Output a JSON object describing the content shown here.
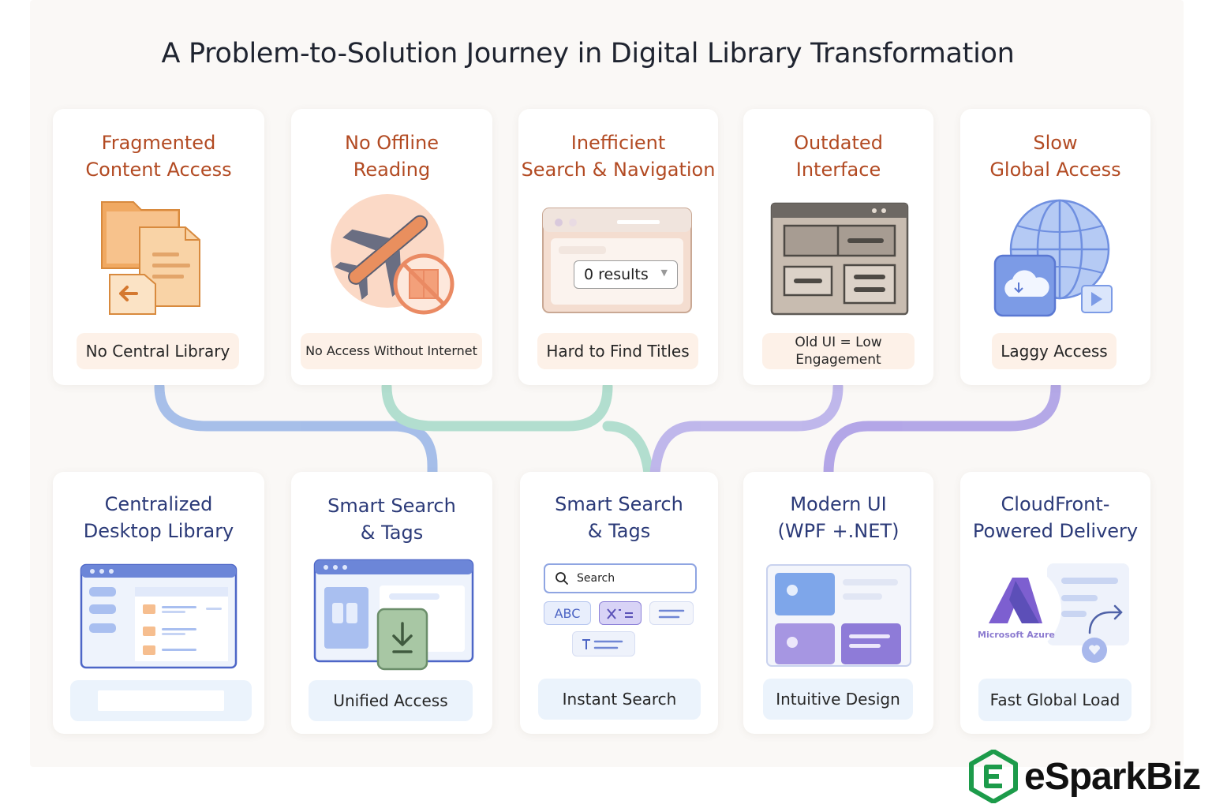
{
  "title": "A Problem-to-Solution Journey in Digital Library Transformation",
  "problems": [
    {
      "title": "Fragmented\nContent Access",
      "label": "No Central Library"
    },
    {
      "title": "No Offline\nReading",
      "label": "No Access Without Internet"
    },
    {
      "title": "Inefficient\nSearch & Navigation",
      "label": "Hard to Find Titles",
      "search_text": "0 results"
    },
    {
      "title": "Outdated\nInterface",
      "label": "Old UI = Low\nEngagement"
    },
    {
      "title": "Slow\nGlobal Access",
      "label": "Laggy Access"
    }
  ],
  "solutions": [
    {
      "title": "Centralized\nDesktop Library",
      "label": ""
    },
    {
      "title": "Smart Search\n& Tags",
      "label": "Unified Access"
    },
    {
      "title": "Smart Search\n& Tags",
      "label": "Instant Search",
      "search_placeholder": "Search",
      "tag_abc": "ABC"
    },
    {
      "title": "Modern UI\n(WPF +.NET)",
      "label": "Intuitive Design"
    },
    {
      "title": "CloudFront-\nPowered Delivery",
      "label": "Fast Global Load",
      "azure_label": "Microsoft Azure"
    }
  ],
  "brand": {
    "name": "eSparkBiz",
    "color": "#1c9b4a"
  },
  "colors": {
    "problem_title": "#b24a22",
    "solution_title": "#2b3a78",
    "connector_blue": "#8fb2e6",
    "connector_green": "#a7d9c6",
    "connector_purple": "#b5a6e6"
  }
}
